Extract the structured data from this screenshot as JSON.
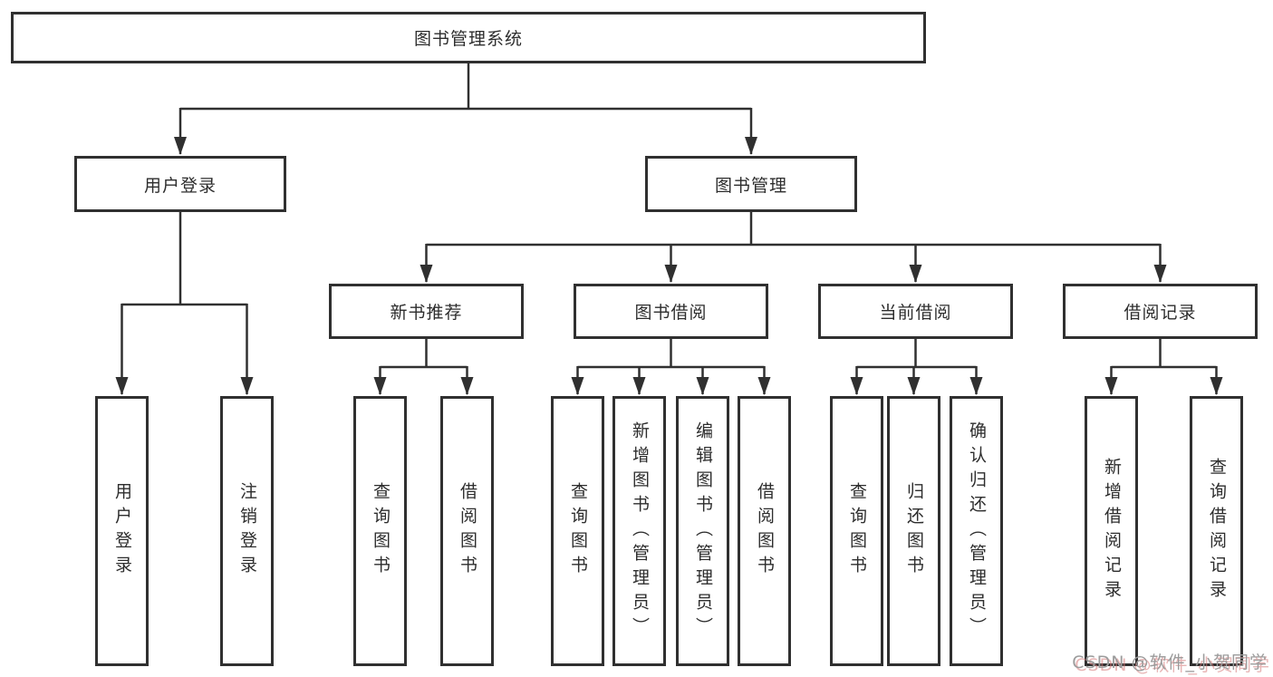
{
  "diagram": {
    "root": {
      "label": "图书管理系统"
    },
    "level2": [
      {
        "label": "用户登录"
      },
      {
        "label": "图书管理"
      }
    ],
    "level3": [
      {
        "label": "新书推荐"
      },
      {
        "label": "图书借阅"
      },
      {
        "label": "当前借阅"
      },
      {
        "label": "借阅记录"
      }
    ],
    "leaves": [
      {
        "label": "用户登录"
      },
      {
        "label": "注销登录"
      },
      {
        "label": "查询图书"
      },
      {
        "label": "借阅图书"
      },
      {
        "label": "查询图书"
      },
      {
        "label": "新增图书（管理员）"
      },
      {
        "label": "编辑图书（管理员）"
      },
      {
        "label": "借阅图书"
      },
      {
        "label": "查询图书"
      },
      {
        "label": "归还图书"
      },
      {
        "label": "确认归还（管理员）"
      },
      {
        "label": "新增借阅记录"
      },
      {
        "label": "查询借阅记录"
      }
    ],
    "colors": {
      "line": "#303030",
      "text": "#2d2d2d",
      "background": "#ffffff"
    }
  },
  "watermark": {
    "text": "CSDN @软件_小贺同学",
    "color": "#9c9c9c"
  }
}
